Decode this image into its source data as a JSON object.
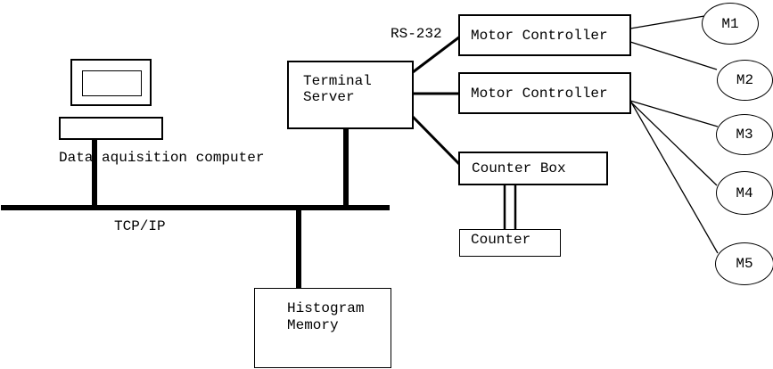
{
  "diagram": {
    "colors": {
      "line": "#000000",
      "background": "#ffffff"
    },
    "nodes": {
      "terminal_server": "Terminal\nServer",
      "motor_controller_1": "Motor Controller",
      "motor_controller_2": "Motor Controller",
      "counter_box": "Counter Box",
      "counter": "Counter",
      "histogram_memory": "Histogram\nMemory"
    },
    "labels": {
      "computer": "Data aquisition computer",
      "network": "TCP/IP",
      "serial": "RS-232"
    },
    "motors": [
      "M1",
      "M2",
      "M3",
      "M4",
      "M5"
    ]
  }
}
